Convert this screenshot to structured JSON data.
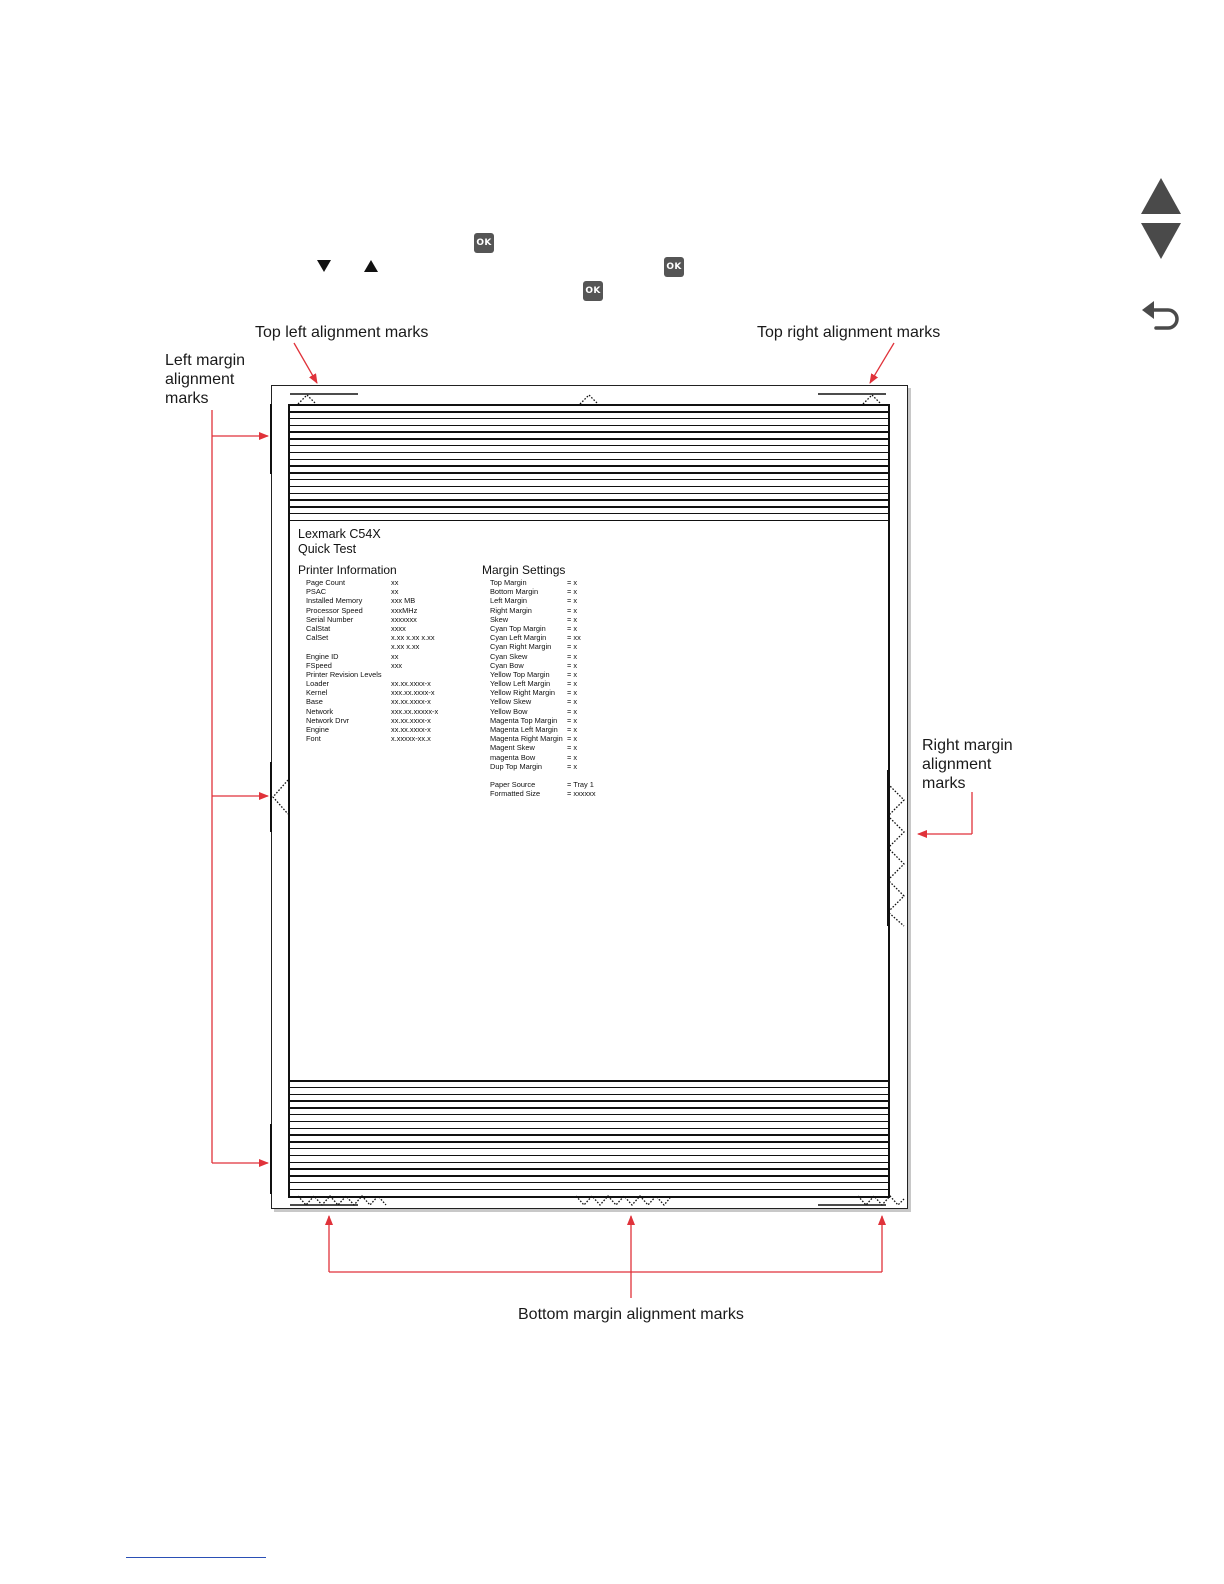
{
  "callouts": {
    "top_left": "Top left alignment marks",
    "top_right": "Top right alignment marks",
    "left_margin": [
      "Left margin",
      "alignment",
      "marks"
    ],
    "right_margin": [
      "Right margin",
      "alignment",
      "marks"
    ],
    "bottom": "Bottom margin alignment marks"
  },
  "icons": {
    "ok_label": "OK",
    "instruction_icons": [
      "ok-button-icon",
      "down-arrow-icon",
      "up-arrow-icon",
      "ok-button-icon",
      "ok-button-icon"
    ],
    "nav": [
      "up-arrow-icon",
      "down-arrow-icon",
      "back-arrow-icon"
    ]
  },
  "colors": {
    "arrow": "#e0323a",
    "ok_button": "#555555",
    "nav_icon": "#4a4a4a",
    "link": "#2a4fb5"
  },
  "page": {
    "model": "Lexmark C54X",
    "title": "Quick Test",
    "printer_info": {
      "heading": "Printer Information",
      "rows": [
        {
          "label": "Page Count",
          "value": "xx"
        },
        {
          "label": "PSAC",
          "value": "xx"
        },
        {
          "label": "Installed Memory",
          "value": "xxx MB"
        },
        {
          "label": "Processor Speed",
          "value": "xxxMHz"
        },
        {
          "label": "Serial Number",
          "value": "xxxxxxx"
        },
        {
          "label": "CalStat",
          "value": "xxxx"
        },
        {
          "label": "CalSet",
          "value": "x.xx    x.xx    x.xx"
        },
        {
          "label": "",
          "value": "x.xx    x.xx"
        },
        {
          "label": "Engine ID",
          "value": "xx"
        },
        {
          "label": "FSpeed",
          "value": "xxx"
        },
        {
          "label": "Printer Revision Levels",
          "value": ""
        },
        {
          "label": "Loader",
          "value": "xx.xx.xxxx-x"
        },
        {
          "label": "Kernel",
          "value": "xxx.xx.xxxx-x"
        },
        {
          "label": "Base",
          "value": "xx.xx.xxxx-x"
        },
        {
          "label": "Network",
          "value": "xxx.xx.xxxxx-x"
        },
        {
          "label": "Network Drvr",
          "value": "xx.xx.xxxx-x"
        },
        {
          "label": "Engine",
          "value": "xx.xx.xxxx-x"
        },
        {
          "label": "Font",
          "value": "x.xxxxx-xx.x"
        }
      ]
    },
    "margin_settings": {
      "heading": "Margin Settings",
      "rows": [
        {
          "label": "Top Margin",
          "value": "= x"
        },
        {
          "label": "Bottom Margin",
          "value": "= x"
        },
        {
          "label": "Left Margin",
          "value": "= x"
        },
        {
          "label": "Right Margin",
          "value": "= x"
        },
        {
          "label": "Skew",
          "value": "= x"
        },
        {
          "label": "Cyan Top Margin",
          "value": "= x"
        },
        {
          "label": "Cyan Left Margin",
          "value": "= xx"
        },
        {
          "label": "Cyan Right Margin",
          "value": "= x"
        },
        {
          "label": "Cyan Skew",
          "value": "= x"
        },
        {
          "label": "Cyan Bow",
          "value": "= x"
        },
        {
          "label": "Yellow Top Margin",
          "value": "= x"
        },
        {
          "label": "Yellow Left Margin",
          "value": "= x"
        },
        {
          "label": "Yellow Right Margin",
          "value": "= x"
        },
        {
          "label": "Yellow Skew",
          "value": "= x"
        },
        {
          "label": "Yellow Bow",
          "value": "= x"
        },
        {
          "label": "Magenta Top Margin",
          "value": "= x"
        },
        {
          "label": "Magenta Left Margin",
          "value": "= x"
        },
        {
          "label": "Magenta Right Margin",
          "value": "= x"
        },
        {
          "label": "Magent Skew",
          "value": "= x"
        },
        {
          "label": "magenta Bow",
          "value": "= x"
        },
        {
          "label": "Dup Top Margin",
          "value": "= x"
        },
        {
          "label": "",
          "value": ""
        },
        {
          "label": "Paper Source",
          "value": "= Tray 1"
        },
        {
          "label": "Formatted Size",
          "value": "= xxxxxx"
        }
      ]
    }
  }
}
